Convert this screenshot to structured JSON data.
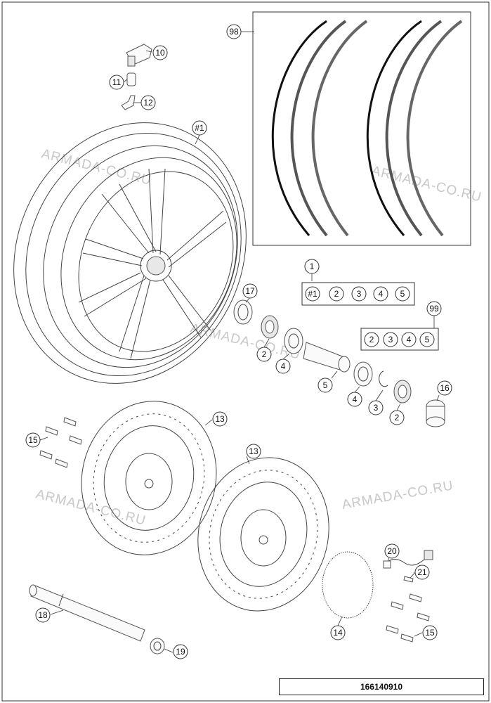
{
  "watermark": "ARMADA-CO.RU",
  "document_number": "166140910",
  "callouts": {
    "c98": "98",
    "c10": "10",
    "c11": "11",
    "c12": "12",
    "c_wheel": "#1",
    "c1": "1",
    "c17": "17",
    "c99": "99",
    "c2a": "2",
    "c4a": "4",
    "c5": "5",
    "c4b": "4",
    "c3": "3",
    "c2b": "2",
    "c16": "16",
    "c15a": "15",
    "c13a": "13",
    "c13b": "13",
    "c18": "18",
    "c19": "19",
    "c20": "20",
    "c21": "21",
    "c14": "14",
    "c15b": "15"
  },
  "kit_1": [
    "#1",
    "2",
    "3",
    "4",
    "5"
  ],
  "kit_99": [
    "2",
    "3",
    "4",
    "5"
  ]
}
